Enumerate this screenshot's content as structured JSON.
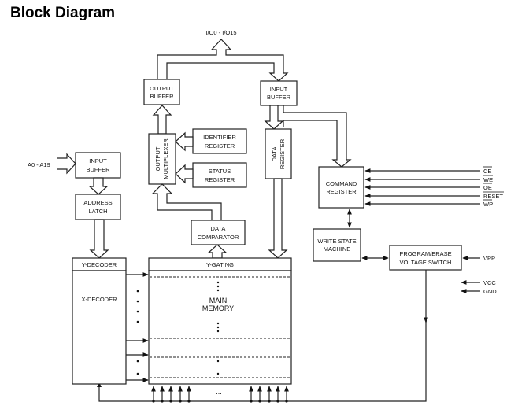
{
  "title": "Block Diagram",
  "blocks": {
    "output_buffer": [
      "OUTPUT",
      "BUFFER"
    ],
    "input_buffer_io": [
      "INPUT",
      "BUFFER"
    ],
    "output_multiplexer": [
      "OUTPUT",
      "MULTIPLEXER"
    ],
    "identifier_register": [
      "IDENTIFIER",
      "REGISTER"
    ],
    "status_register": [
      "STATUS",
      "REGISTER"
    ],
    "data_register": [
      "DATA",
      "REGISTER"
    ],
    "data_comparator": [
      "DATA",
      "COMPARATOR"
    ],
    "input_buffer_addr": [
      "INPUT",
      "BUFFER"
    ],
    "address_latch": [
      "ADDRESS",
      "LATCH"
    ],
    "command_register": [
      "COMMAND",
      "REGISTER"
    ],
    "write_state_machine": [
      "WRITE STATE",
      "MACHINE"
    ],
    "program_erase_switch": [
      "PROGRAM/ERASE",
      "VOLTAGE SWITCH"
    ],
    "y_decoder": "Y-DECODER",
    "x_decoder": "X-DECODER",
    "y_gating": "Y-GATING",
    "main_memory": [
      "MAIN",
      "MEMORY"
    ]
  },
  "signals": {
    "io_bus": "I/O0 - I/O15",
    "address_bus": "A0 - A19",
    "control": [
      {
        "name": "CE",
        "active_low": true
      },
      {
        "name": "WE",
        "active_low": true
      },
      {
        "name": "OE",
        "active_low": true
      },
      {
        "name": "RESET",
        "active_low": true
      },
      {
        "name": "WP",
        "active_low": true
      }
    ],
    "vpp": "VPP",
    "vcc": "VCC",
    "gnd": "GND"
  },
  "ellipsis": "..."
}
